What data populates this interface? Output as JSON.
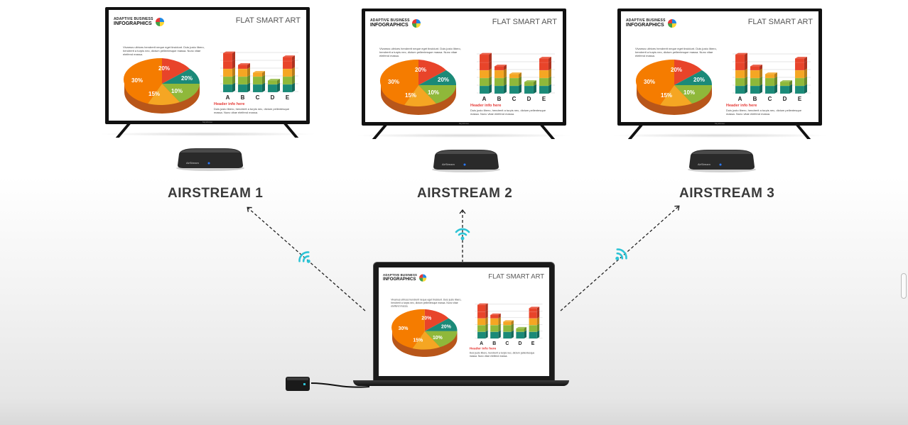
{
  "receivers": [
    {
      "label": "AIRSTREAM 1"
    },
    {
      "label": "AIRSTREAM 2"
    },
    {
      "label": "AIRSTREAM 3"
    }
  ],
  "slide": {
    "brand_line1": "ADAPTIVE BUSINESS",
    "brand_line2": "INFOGRAPHICS",
    "title": "FLAT SMART ART",
    "paragraph": "Vivamus ultrices hendrerit neque eget tincidunt. Duis justo libero, hendrerit a turpis nec, dictum pellentesque massa. Nunc vitae eleifend massa.",
    "pie_labels": [
      "20%",
      "20%",
      "30%",
      "15%",
      "10%"
    ],
    "bar_categories": [
      "A",
      "B",
      "C",
      "D",
      "E"
    ],
    "header_info": "Header info here",
    "header_text": "Duis justo libero, hendrerit a turpis nec, dictum pellentesque massa. Nunc vitae eleifend massa."
  },
  "chart_data": {
    "type": "bar",
    "categories": [
      "A",
      "B",
      "C",
      "D",
      "E"
    ],
    "values": [
      5,
      3.5,
      2.5,
      1.5,
      4.5
    ]
  },
  "device_brand": "AirStream",
  "tv_brand": "SkyWorker",
  "colors": {
    "wifi": "#2ec4d6",
    "red": "#e8442a",
    "orange": "#f5a623",
    "green": "#8fb83a",
    "teal": "#1b8a78",
    "header_red": "#e53935"
  }
}
